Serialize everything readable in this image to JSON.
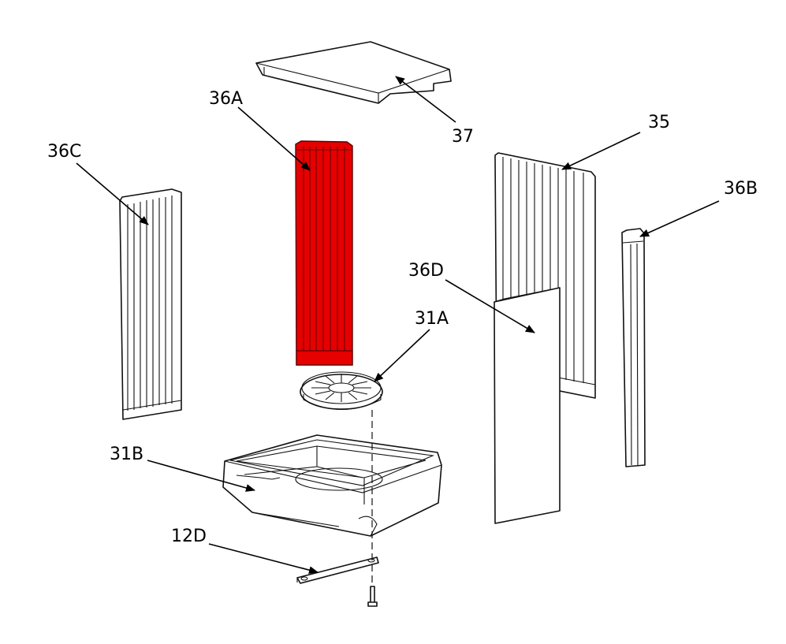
{
  "labels": {
    "p37": "37",
    "p36A": "36A",
    "p36C": "36C",
    "p35": "35",
    "p36B": "36B",
    "p36D": "36D",
    "p31A": "31A",
    "p31B": "31B",
    "p12D": "12D"
  },
  "colors": {
    "highlight": "#e60000",
    "highlight_dark": "#9a0000",
    "line": "#111111",
    "background": "#ffffff"
  }
}
